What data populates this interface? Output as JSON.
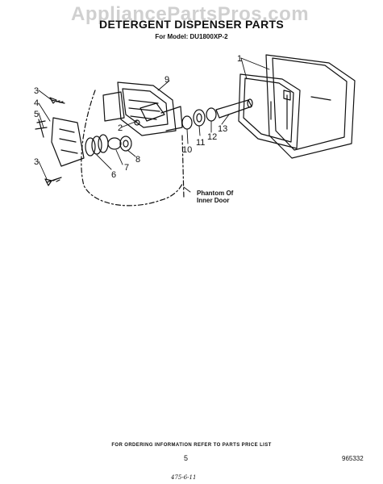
{
  "watermark": "AppliancePartsPros.com",
  "header": {
    "title": "DETERGENT DISPENSER PARTS",
    "subtitle": "For Model: DU1800XP-2"
  },
  "callouts": [
    "1",
    "2",
    "3",
    "4",
    "5",
    "3",
    "6",
    "7",
    "8",
    "9",
    "10",
    "11",
    "12",
    "13"
  ],
  "annotation": {
    "line1": "Phantom Of",
    "line2": "Inner Door"
  },
  "footer": {
    "ordering_note": "FOR ORDERING INFORMATION REFER TO PARTS PRICE LIST",
    "page_number": "5",
    "doc_number": "965332",
    "handwritten": "475-6-11"
  }
}
